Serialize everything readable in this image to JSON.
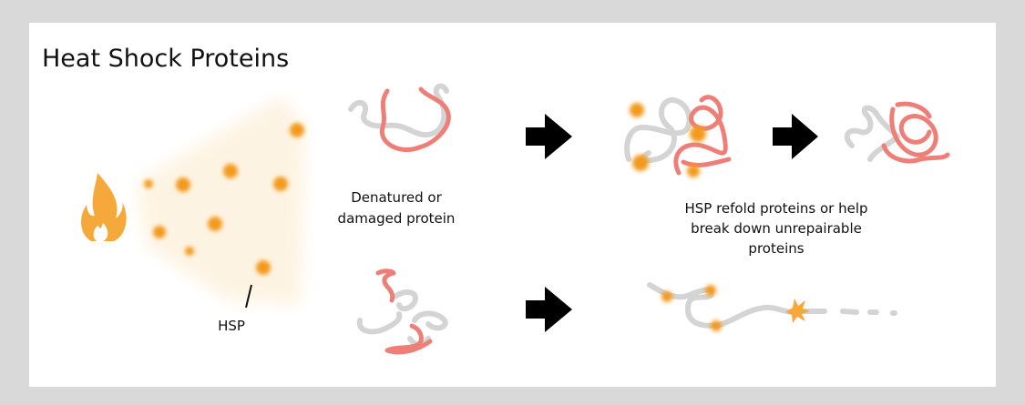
{
  "title": "Heat Shock Proteins",
  "labels": {
    "hsp": "HSP",
    "denatured": [
      "Denatured or",
      "damaged protein"
    ],
    "outcome": [
      "HSP refold proteins or help",
      "break down unrepairable",
      "proteins"
    ]
  },
  "colors": {
    "background": "#d9d9d9",
    "hsp_dot": "#f39a1e",
    "flame": "#f6a93b",
    "protein_damaged": "#ee7f78",
    "protein_chain": "#d4d4d4",
    "arrow": "#000000"
  },
  "icons": [
    "flame-icon",
    "arrow-right-icon"
  ]
}
